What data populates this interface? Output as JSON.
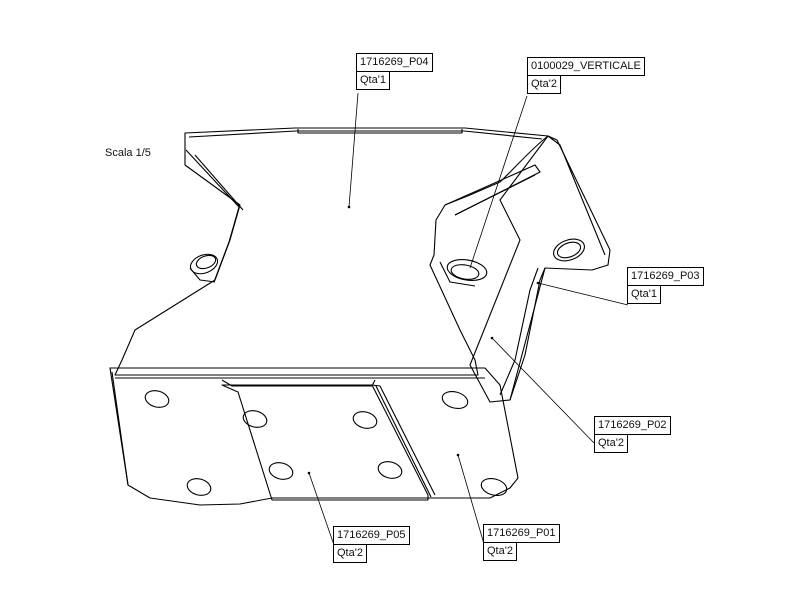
{
  "scale": "Scala 1/5",
  "callouts": [
    {
      "code": "1716269_P04",
      "qty": "Qta'1"
    },
    {
      "code": "0100029_VERTICALE",
      "qty": "Qta'2"
    },
    {
      "code": "1716269_P03",
      "qty": "Qta'1"
    },
    {
      "code": "1716269_P02",
      "qty": "Qta'2"
    },
    {
      "code": "1716269_P05",
      "qty": "Qta'2"
    },
    {
      "code": "1716269_P01",
      "qty": "Qta'2"
    }
  ]
}
